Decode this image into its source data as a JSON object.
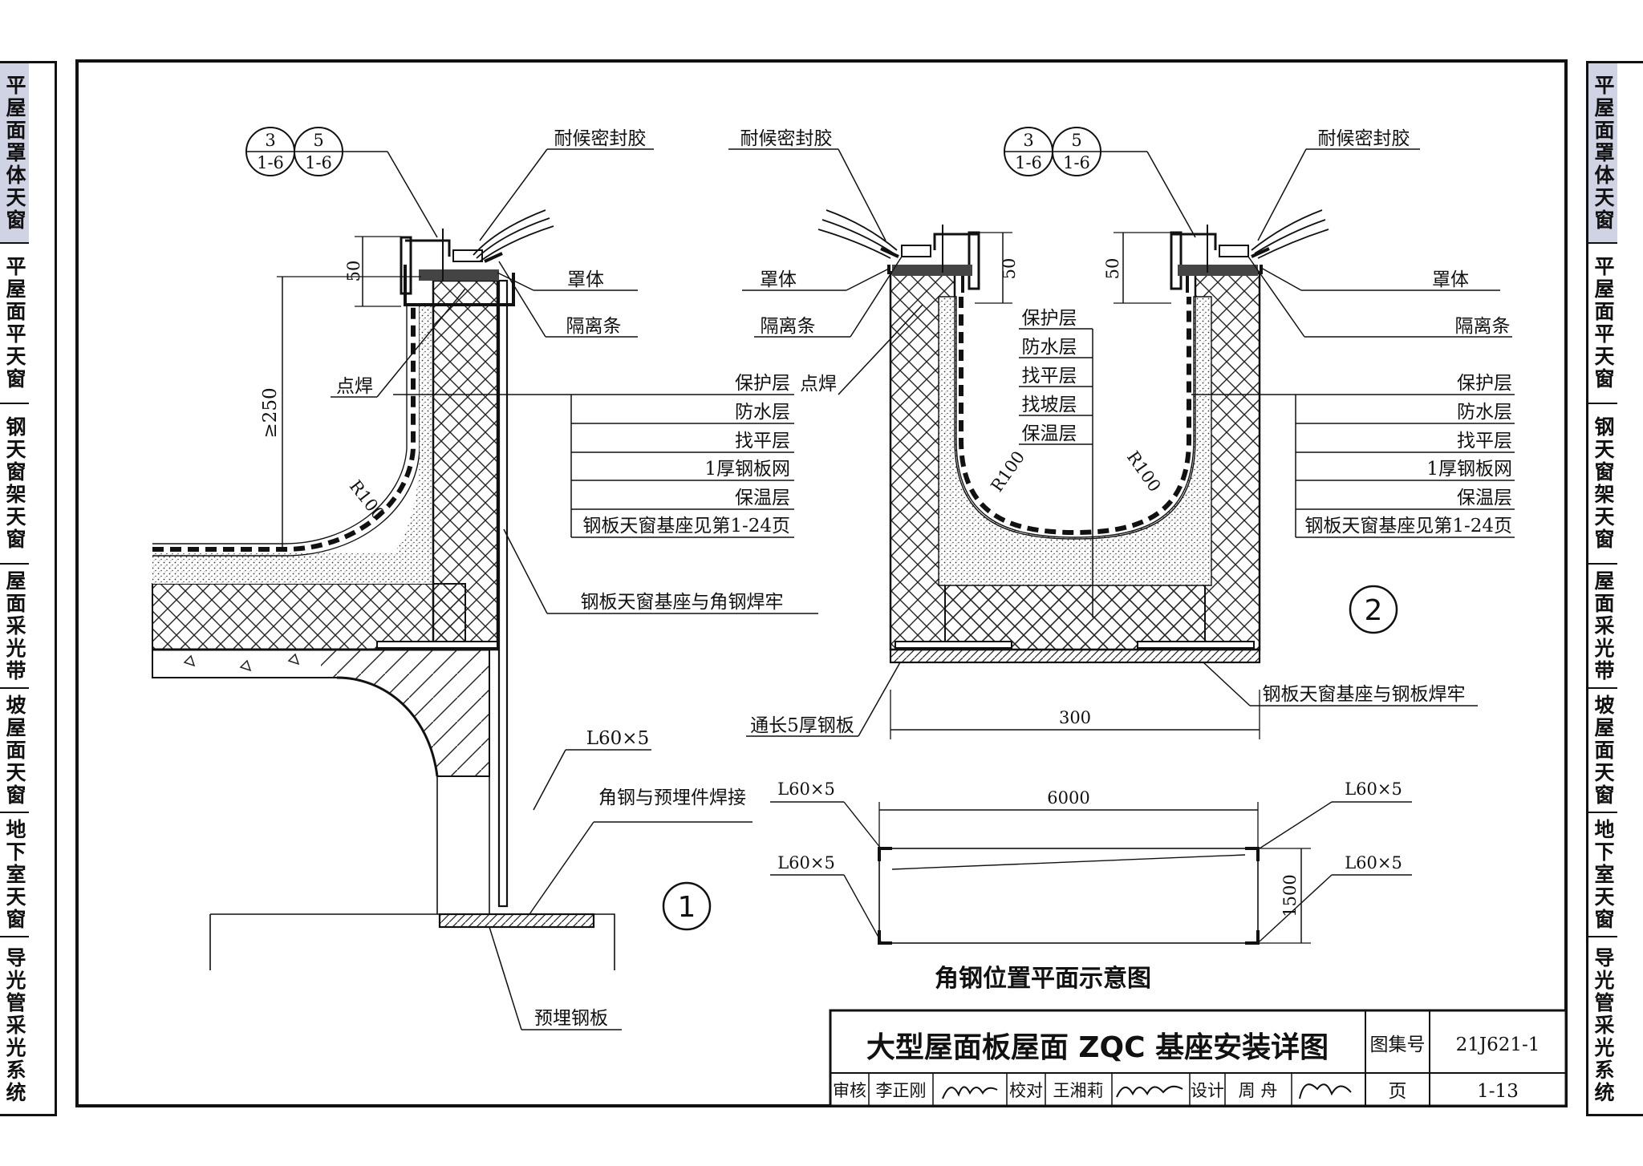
{
  "side_tabs": [
    {
      "label": "平屋面罩体天窗",
      "active": true
    },
    {
      "label": "平屋面平天窗",
      "active": false
    },
    {
      "label": "钢天窗架天窗",
      "active": false
    },
    {
      "label": "屋面采光带",
      "active": false
    },
    {
      "label": "坡屋面天窗",
      "active": false
    },
    {
      "label": "地下室天窗",
      "active": false
    },
    {
      "label": "导光管采光系统",
      "active": false
    }
  ],
  "detail1": {
    "ref_top": [
      "3",
      "5"
    ],
    "ref_bottom": [
      "1-6",
      "1-6"
    ],
    "sealant": "耐候密封胶",
    "dim_50": "50",
    "dim_250": "≥250",
    "cover": "罩体",
    "isolation_strip": "隔离条",
    "spot_weld": "点焊",
    "radius": "R100",
    "layers": [
      "保护层",
      "防水层",
      "找平层",
      "1厚钢板网",
      "保温层",
      "钢板天窗基座见第1-24页"
    ],
    "base_angle_weld": "钢板天窗基座与角钢焊牢",
    "angle_steel": "L60×5",
    "angle_embed_weld": "角钢与预埋件焊接",
    "embedded_plate": "预埋钢板",
    "number": "1"
  },
  "detail2": {
    "sealant_left": "耐候密封胶",
    "sealant_right": "耐候密封胶",
    "ref_top": [
      "3",
      "5"
    ],
    "ref_bottom": [
      "1-6",
      "1-6"
    ],
    "dim_50a": "50",
    "dim_50b": "50",
    "cover_left": "罩体",
    "cover_right": "罩体",
    "isolation_left": "隔离条",
    "isolation_right": "隔离条",
    "inner_layers": [
      "保护层",
      "防水层",
      "找平层",
      "找坡层",
      "保温层"
    ],
    "radius_left": "R100",
    "radius_right": "R100",
    "layers_right": [
      "保护层",
      "防水层",
      "找平层",
      "1厚钢板网",
      "保温层",
      "钢板天窗基座见第1-24页"
    ],
    "base_plate_weld": "钢板天窗基座与钢板焊牢",
    "through_plate": "通长5厚钢板",
    "dim_300": "300",
    "number": "2"
  },
  "plan": {
    "dim_6000": "6000",
    "dim_1500": "1500",
    "angle_labels": [
      "L60×5",
      "L60×5",
      "L60×5",
      "L60×5"
    ],
    "caption": "角钢位置平面示意图"
  },
  "title_block": {
    "title": "大型屋面板屋面 ZQC 基座安装详图",
    "atlas_label": "图集号",
    "atlas_no": "21J621-1",
    "review_label": "审核",
    "reviewer": "李正刚",
    "check_label": "校对",
    "checker": "王湘莉",
    "design_label": "设计",
    "designer": "周 舟",
    "page_label": "页",
    "page_no": "1-13"
  }
}
